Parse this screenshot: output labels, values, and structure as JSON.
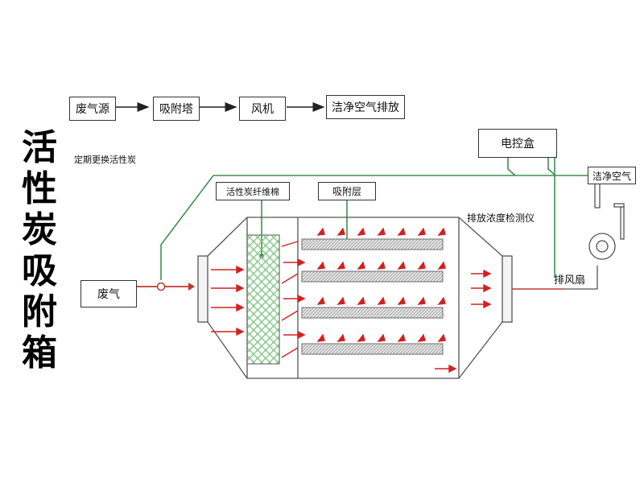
{
  "title": [
    "活",
    "性",
    "炭",
    "吸",
    "附",
    "箱"
  ],
  "flow": {
    "step1": "废气源",
    "step2": "吸附塔",
    "step3": "风机",
    "step4": "洁净空气排放"
  },
  "note": "定期更换活性炭",
  "labels": {
    "control_box": "电控盒",
    "clean_air": "洁净空气",
    "fiber_cotton": "活性炭纤维棉",
    "adsorption_layer": "吸附层",
    "concentration_meter": "排放浓度检测仪",
    "exhaust_fan": "排风扇",
    "exhaust_gas": "废气"
  },
  "colors": {
    "pipe_green": "#3f8f4f",
    "arrow_red": "#d42020",
    "box_border": "#333333",
    "mesh_green": "#7fc47f"
  }
}
